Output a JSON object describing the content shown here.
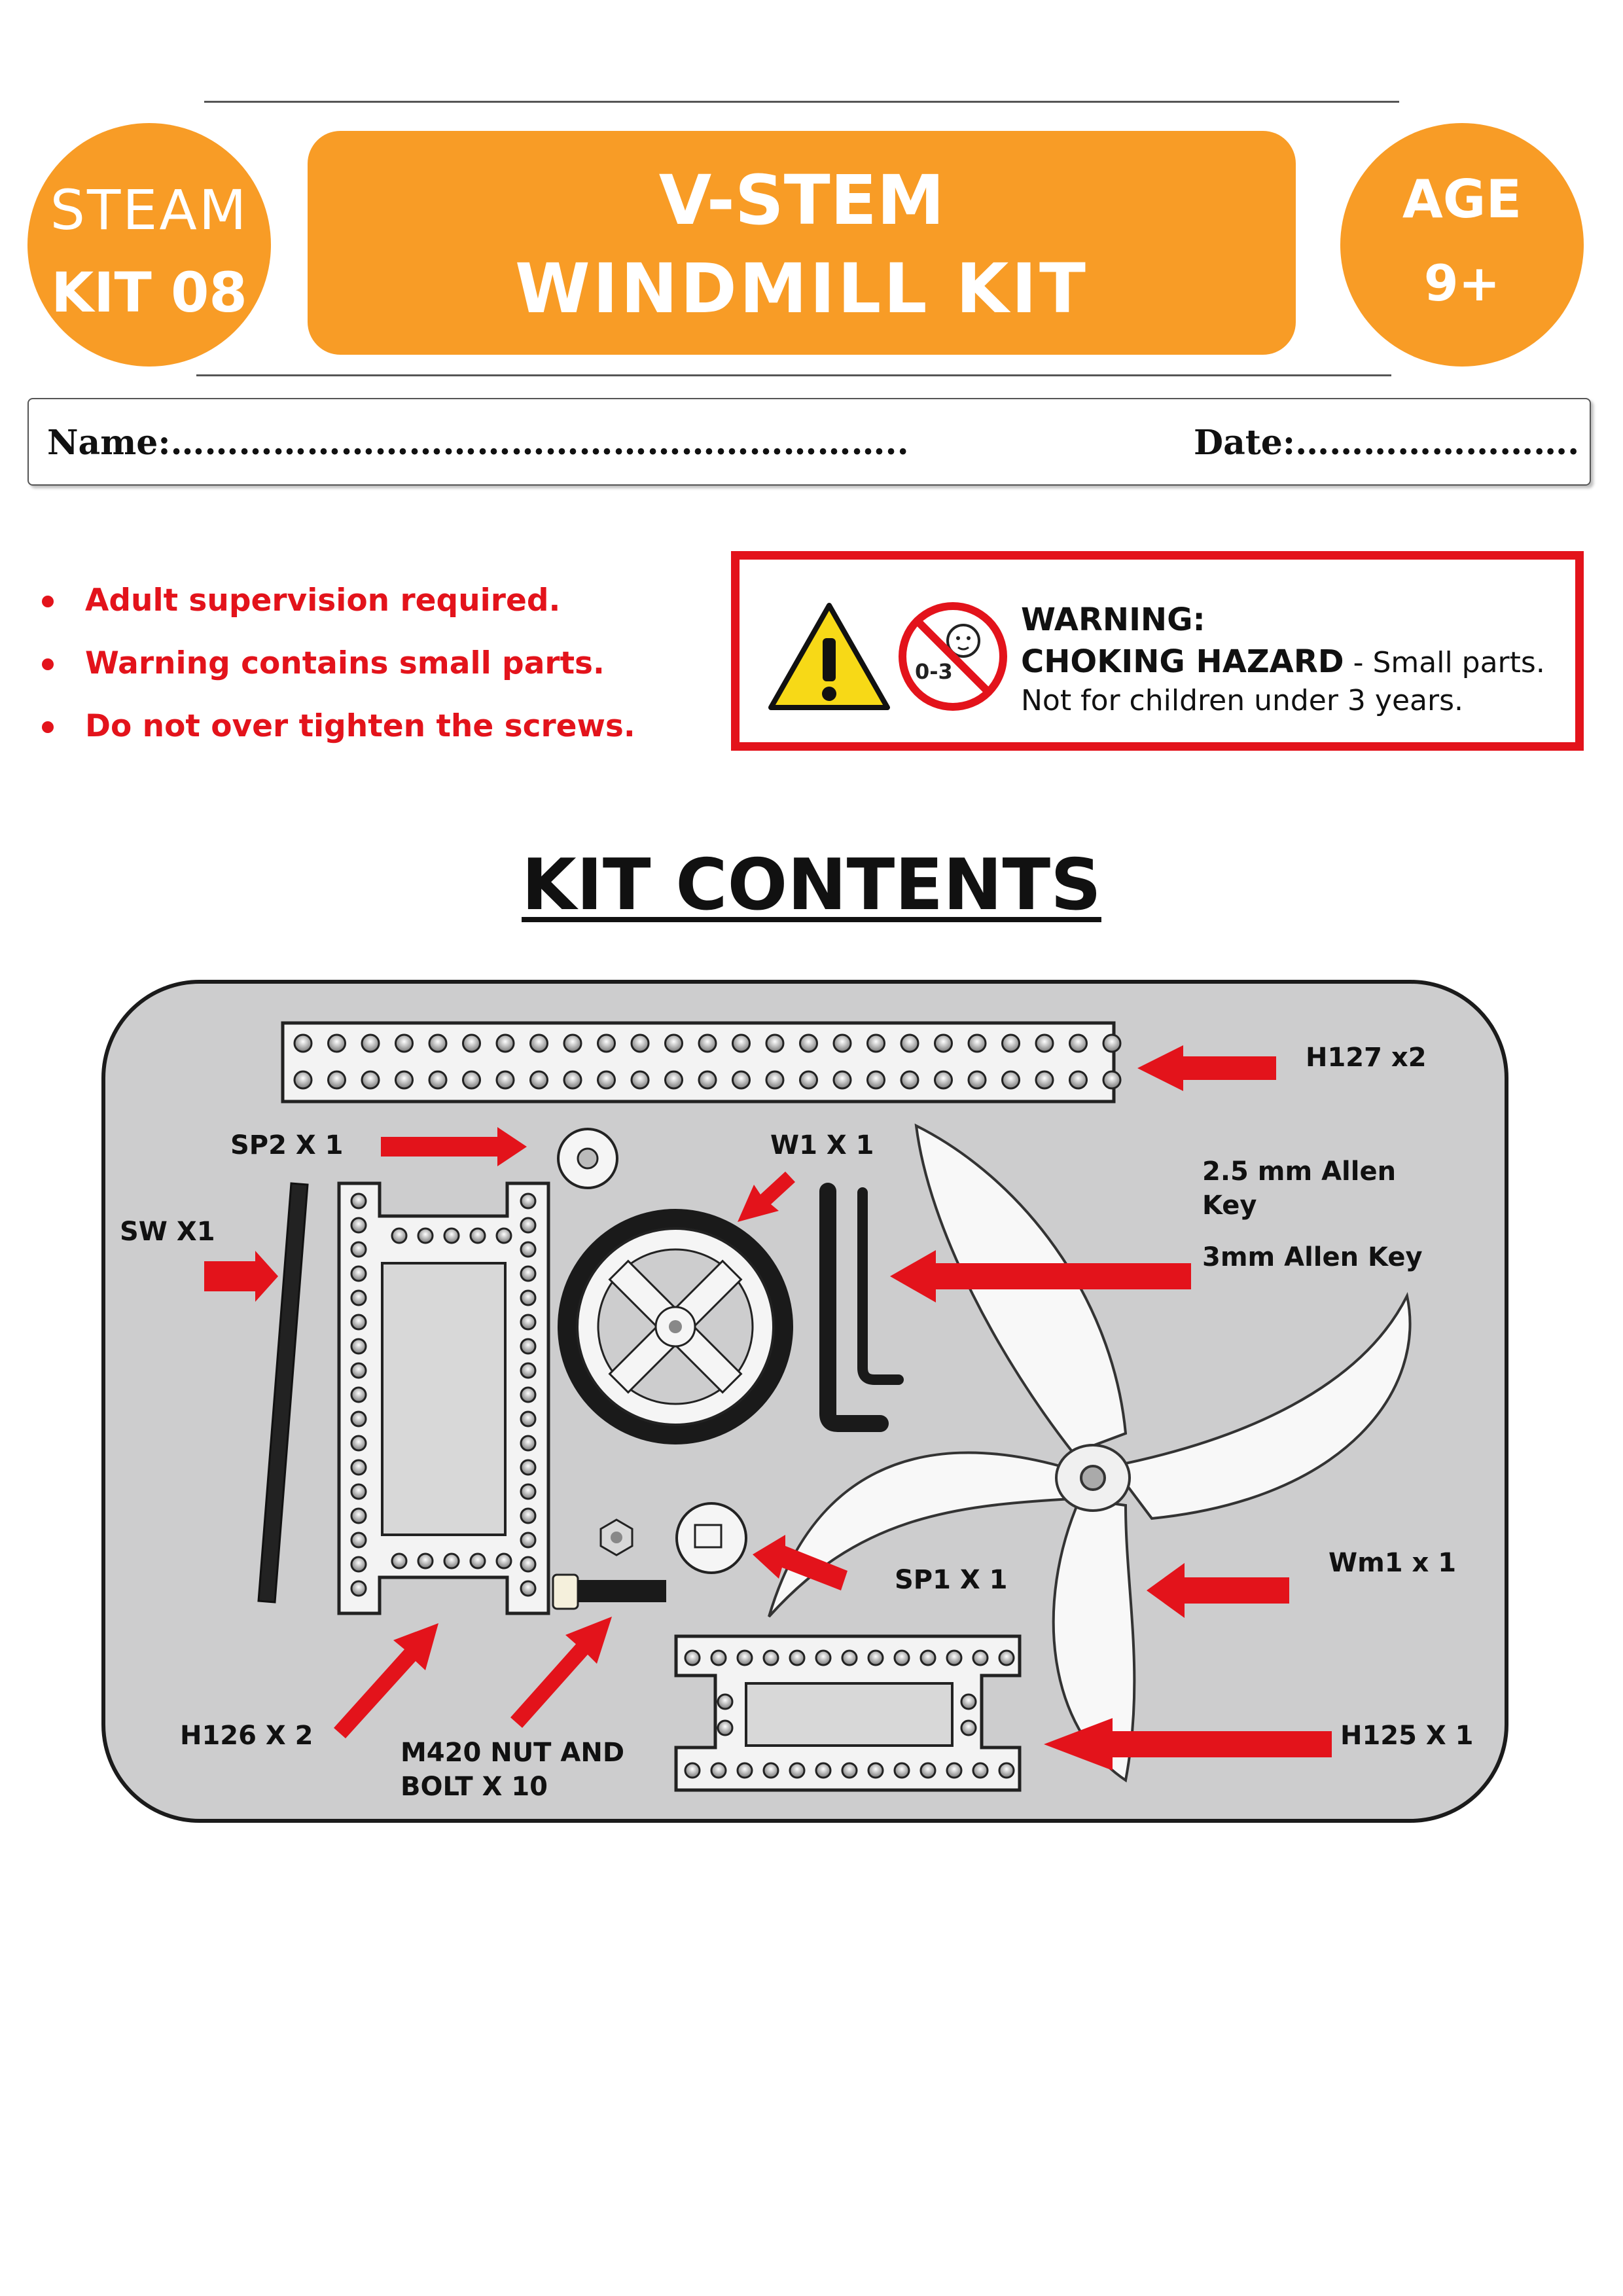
{
  "header": {
    "left_badge": {
      "line1": "STEAM",
      "line2": "KIT 08"
    },
    "banner": {
      "line1": "V-STEM",
      "line2": "WINDMILL KIT"
    },
    "right_badge": {
      "line1": "AGE",
      "line2": "9+"
    }
  },
  "form": {
    "name_label": "Name:………………………………………………………..",
    "date_label": "Date:……………………."
  },
  "safety_notes": [
    "Adult supervision required.",
    "Warning contains small parts.",
    "Do not over tighten the screws."
  ],
  "warning_label": {
    "title": "WARNING:",
    "hazard": "CHOKING HAZARD",
    "hazard_rest": " - Small parts.",
    "line3": "Not for children under 3 years.",
    "age_icon_text": "0-3"
  },
  "kit_contents": {
    "title": "KIT CONTENTS",
    "labels": {
      "h127": "H127 x2",
      "sp2": "SP2 X 1",
      "w1": "W1 X 1",
      "allen25_line1": "2.5 mm Allen",
      "allen25_line2": "Key",
      "allen3": "3mm Allen Key",
      "sw": "SW X1",
      "sp1": "SP1 X 1",
      "wm1": "Wm1 x 1",
      "h126": "H126 X 2",
      "nut_line1": "M420 NUT AND",
      "nut_line2": "BOLT X 10",
      "h125": "H125 X 1"
    }
  },
  "colors": {
    "orange": "#f89c26",
    "red": "#e3131b",
    "panel_grey": "#cdcdce",
    "warning_yellow": "#f7d917"
  }
}
